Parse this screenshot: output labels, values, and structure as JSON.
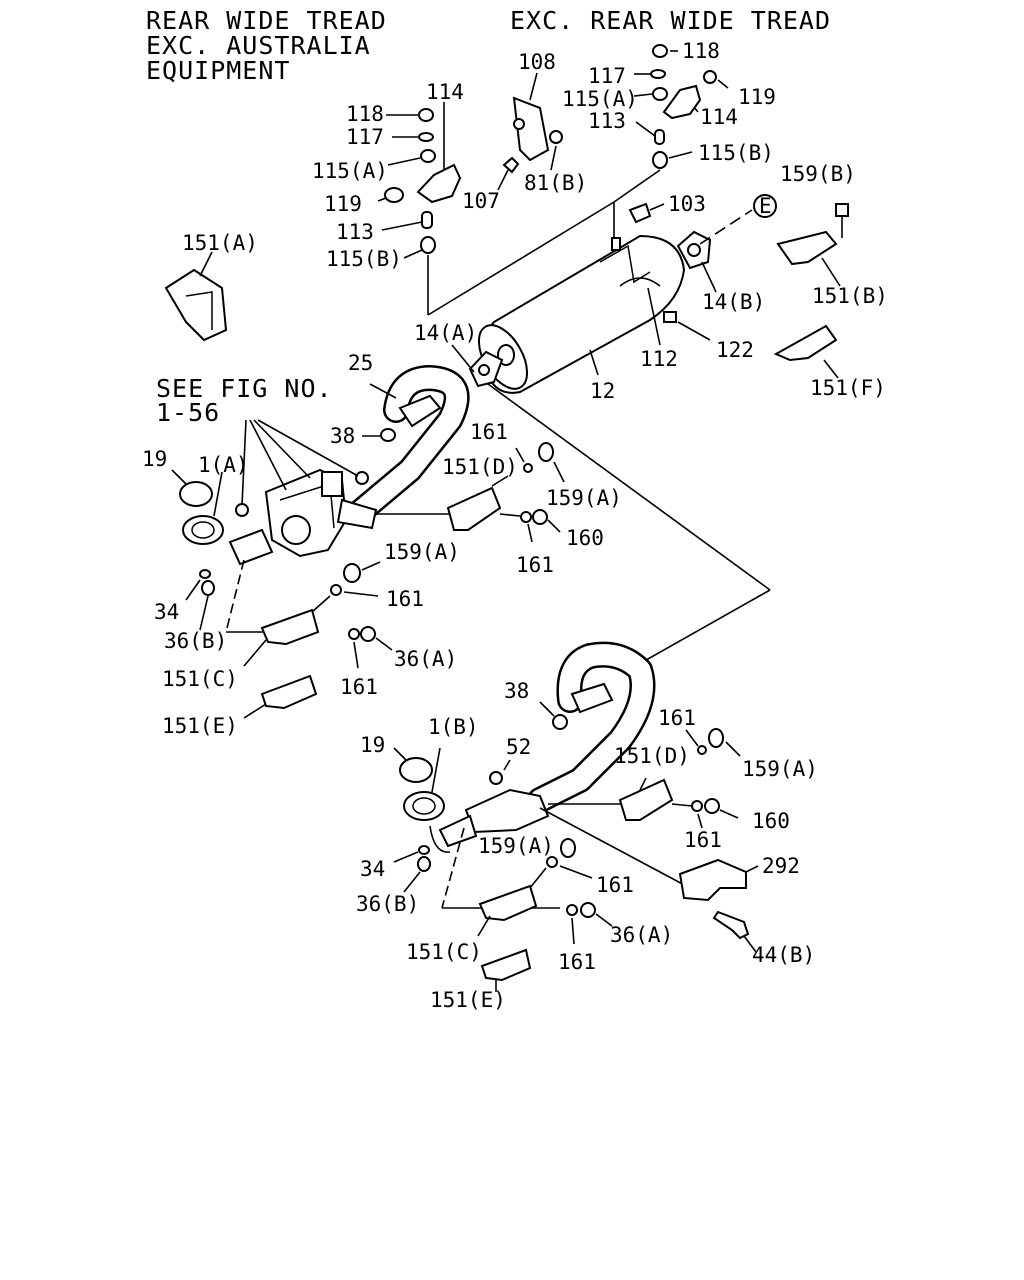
{
  "headings": {
    "left": [
      "REAR WIDE TREAD",
      "EXC. AUSTRALIA",
      "EQUIPMENT"
    ],
    "right": "EXC. REAR WIDE TREAD",
    "see_fig": [
      "SEE FIG NO.",
      "1-56"
    ]
  },
  "callouts": {
    "c118a": "118",
    "c117a": "117",
    "c115aA": "115(A)",
    "c119a": "119",
    "c113a": "113",
    "c115bA": "115(B)",
    "c114a": "114",
    "c108": "108",
    "c107": "107",
    "c81b": "81(B)",
    "c118b": "118",
    "c117b": "117",
    "c115aB": "115(A)",
    "c119b": "119",
    "c113b": "113",
    "c114b": "114",
    "c115bB": "115(B)",
    "c103": "103",
    "cE": "E",
    "c159b": "159(B)",
    "c151b": "151(B)",
    "c14b": "14(B)",
    "c122": "122",
    "c112": "112",
    "c12": "12",
    "c151f": "151(F)",
    "c14a": "14(A)",
    "c151a": "151(A)",
    "c25": "25",
    "c38a": "38",
    "c161a": "161",
    "c151d1": "151(D)",
    "c159a1": "159(A)",
    "c161b": "161",
    "c160a": "160",
    "c19a": "19",
    "c1a": "1(A)",
    "c34a": "34",
    "c36b1": "36(B)",
    "c159a2": "159(A)",
    "c161c": "161",
    "c151c1": "151(C)",
    "c161d": "161",
    "c36a1": "36(A)",
    "c151e1": "151(E)",
    "c38b": "38",
    "c1b": "1(B)",
    "c52": "52",
    "c19b": "19",
    "c161e": "161",
    "c151d2": "151(D)",
    "c159a3": "159(A)",
    "c160b": "160",
    "c161f": "161",
    "c292": "292",
    "c34b": "34",
    "c159a4": "159(A)",
    "c161g": "161",
    "c36b2": "36(B)",
    "c151c2": "151(C)",
    "c161h": "161",
    "c36a2": "36(A)",
    "c44b": "44(B)",
    "c151e2": "151(E)"
  }
}
